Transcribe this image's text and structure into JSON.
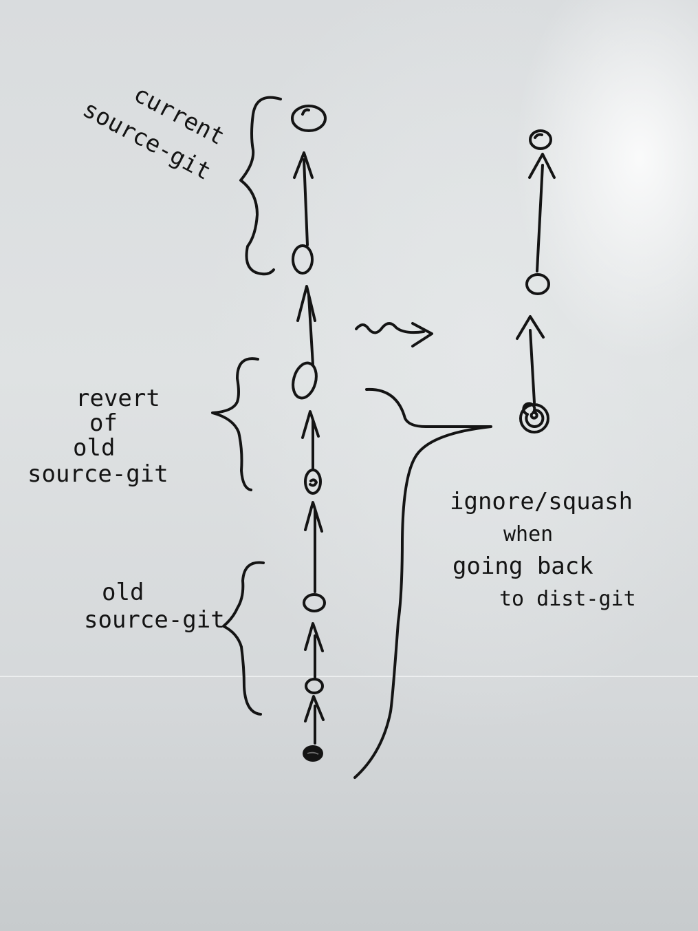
{
  "labels": {
    "current_1": "current",
    "current_2": "source-git",
    "revert_1": "revert",
    "revert_2": "of",
    "revert_3": "old",
    "revert_4": "source-git",
    "old_1": "old",
    "old_2": "source-git",
    "note_1": "ignore/squash",
    "note_2": "when",
    "note_3": "going back",
    "note_4": "to dist-git"
  },
  "colors": {
    "ink": "#141414",
    "board": "#dfe2e3"
  }
}
